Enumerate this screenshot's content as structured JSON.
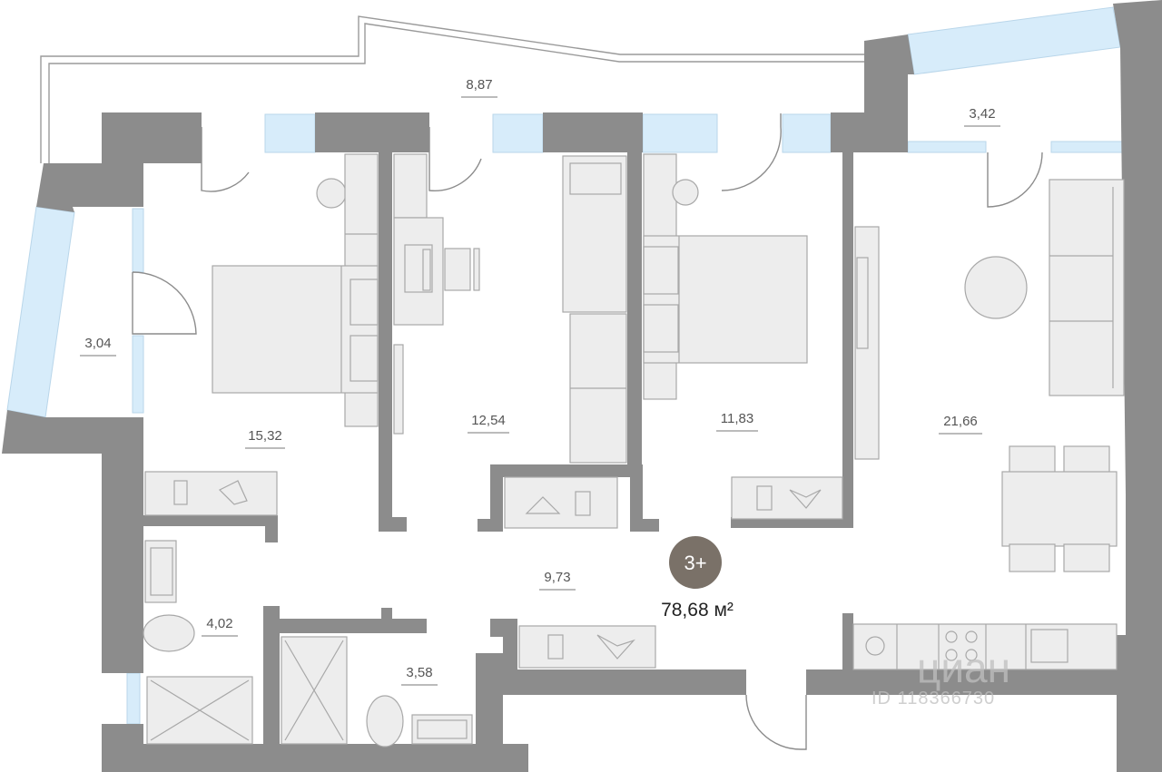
{
  "apartment": {
    "rooms_badge": "3+",
    "total_area": "78,68 м²",
    "accent_color": "#7a7168"
  },
  "rooms": [
    {
      "name": "balcony-top",
      "area": "8,87"
    },
    {
      "name": "loggia-left",
      "area": "3,04"
    },
    {
      "name": "bedroom-left",
      "area": "15,32"
    },
    {
      "name": "bedroom-middle",
      "area": "12,54"
    },
    {
      "name": "bedroom-right",
      "area": "11,83"
    },
    {
      "name": "balcony-right",
      "area": "3,42"
    },
    {
      "name": "living-kitchen",
      "area": "21,66"
    },
    {
      "name": "hallway",
      "area": "9,73"
    },
    {
      "name": "bathroom-left",
      "area": "4,02"
    },
    {
      "name": "bathroom-middle",
      "area": "3,58"
    }
  ],
  "watermark": {
    "brand": "циан",
    "id_text": "ID 118366730"
  }
}
